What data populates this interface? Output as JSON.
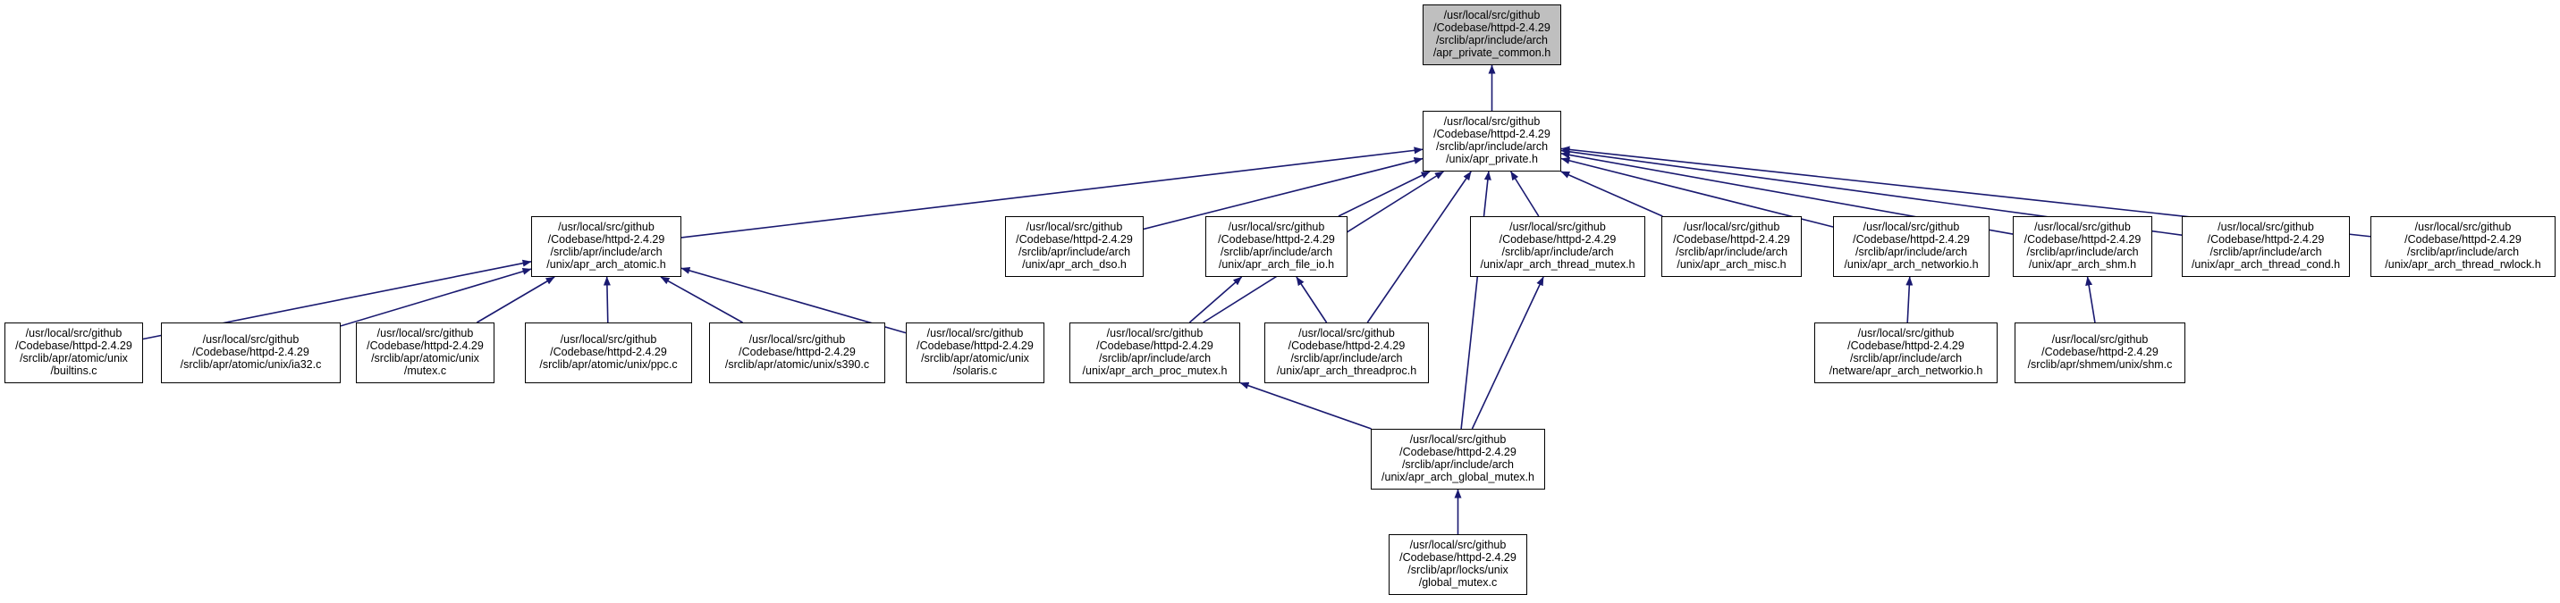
{
  "colors": {
    "edge": "#191970",
    "root_fill": "#bfbfbf",
    "node_fill": "#ffffff",
    "node_border": "#000000"
  },
  "nodes": [
    {
      "id": "apr_private_common",
      "label": "/usr/local/src/github\n/Codebase/httpd-2.4.29\n/srclib/apr/include/arch\n/apr_private_common.h",
      "root": true
    },
    {
      "id": "apr_private",
      "label": "/usr/local/src/github\n/Codebase/httpd-2.4.29\n/srclib/apr/include/arch\n/unix/apr_private.h"
    },
    {
      "id": "apr_arch_atomic",
      "label": "/usr/local/src/github\n/Codebase/httpd-2.4.29\n/srclib/apr/include/arch\n/unix/apr_arch_atomic.h"
    },
    {
      "id": "apr_arch_dso",
      "label": "/usr/local/src/github\n/Codebase/httpd-2.4.29\n/srclib/apr/include/arch\n/unix/apr_arch_dso.h"
    },
    {
      "id": "apr_arch_file_io",
      "label": "/usr/local/src/github\n/Codebase/httpd-2.4.29\n/srclib/apr/include/arch\n/unix/apr_arch_file_io.h"
    },
    {
      "id": "apr_arch_thread_mutex",
      "label": "/usr/local/src/github\n/Codebase/httpd-2.4.29\n/srclib/apr/include/arch\n/unix/apr_arch_thread_mutex.h"
    },
    {
      "id": "apr_arch_misc",
      "label": "/usr/local/src/github\n/Codebase/httpd-2.4.29\n/srclib/apr/include/arch\n/unix/apr_arch_misc.h"
    },
    {
      "id": "apr_arch_networkio",
      "label": "/usr/local/src/github\n/Codebase/httpd-2.4.29\n/srclib/apr/include/arch\n/unix/apr_arch_networkio.h"
    },
    {
      "id": "apr_arch_shm",
      "label": "/usr/local/src/github\n/Codebase/httpd-2.4.29\n/srclib/apr/include/arch\n/unix/apr_arch_shm.h"
    },
    {
      "id": "apr_arch_thread_cond",
      "label": "/usr/local/src/github\n/Codebase/httpd-2.4.29\n/srclib/apr/include/arch\n/unix/apr_arch_thread_cond.h"
    },
    {
      "id": "apr_arch_thread_rwlock",
      "label": "/usr/local/src/github\n/Codebase/httpd-2.4.29\n/srclib/apr/include/arch\n/unix/apr_arch_thread_rwlock.h"
    },
    {
      "id": "builtins_c",
      "label": "/usr/local/src/github\n/Codebase/httpd-2.4.29\n/srclib/apr/atomic/unix\n/builtins.c"
    },
    {
      "id": "ia32_c",
      "label": "/usr/local/src/github\n/Codebase/httpd-2.4.29\n/srclib/apr/atomic/unix/ia32.c"
    },
    {
      "id": "mutex_c",
      "label": "/usr/local/src/github\n/Codebase/httpd-2.4.29\n/srclib/apr/atomic/unix\n/mutex.c"
    },
    {
      "id": "ppc_c",
      "label": "/usr/local/src/github\n/Codebase/httpd-2.4.29\n/srclib/apr/atomic/unix/ppc.c"
    },
    {
      "id": "s390_c",
      "label": "/usr/local/src/github\n/Codebase/httpd-2.4.29\n/srclib/apr/atomic/unix/s390.c"
    },
    {
      "id": "solaris_c",
      "label": "/usr/local/src/github\n/Codebase/httpd-2.4.29\n/srclib/apr/atomic/unix\n/solaris.c"
    },
    {
      "id": "apr_arch_proc_mutex",
      "label": "/usr/local/src/github\n/Codebase/httpd-2.4.29\n/srclib/apr/include/arch\n/unix/apr_arch_proc_mutex.h"
    },
    {
      "id": "apr_arch_threadproc",
      "label": "/usr/local/src/github\n/Codebase/httpd-2.4.29\n/srclib/apr/include/arch\n/unix/apr_arch_threadproc.h"
    },
    {
      "id": "netware_networkio",
      "label": "/usr/local/src/github\n/Codebase/httpd-2.4.29\n/srclib/apr/include/arch\n/netware/apr_arch_networkio.h"
    },
    {
      "id": "shm_c",
      "label": "/usr/local/src/github\n/Codebase/httpd-2.4.29\n/srclib/apr/shmem/unix/shm.c"
    },
    {
      "id": "apr_arch_global_mutex",
      "label": "/usr/local/src/github\n/Codebase/httpd-2.4.29\n/srclib/apr/include/arch\n/unix/apr_arch_global_mutex.h"
    },
    {
      "id": "global_mutex_c",
      "label": "/usr/local/src/github\n/Codebase/httpd-2.4.29\n/srclib/apr/locks/unix\n/global_mutex.c"
    }
  ],
  "edges": [
    {
      "from": "apr_private",
      "to": "apr_private_common"
    },
    {
      "from": "apr_arch_atomic",
      "to": "apr_private"
    },
    {
      "from": "apr_arch_dso",
      "to": "apr_private"
    },
    {
      "from": "apr_arch_file_io",
      "to": "apr_private"
    },
    {
      "from": "apr_arch_proc_mutex",
      "to": "apr_private"
    },
    {
      "from": "apr_arch_threadproc",
      "to": "apr_private"
    },
    {
      "from": "apr_arch_global_mutex",
      "to": "apr_private"
    },
    {
      "from": "apr_arch_thread_mutex",
      "to": "apr_private"
    },
    {
      "from": "apr_arch_misc",
      "to": "apr_private"
    },
    {
      "from": "apr_arch_networkio",
      "to": "apr_private"
    },
    {
      "from": "apr_arch_shm",
      "to": "apr_private"
    },
    {
      "from": "apr_arch_thread_cond",
      "to": "apr_private"
    },
    {
      "from": "apr_arch_thread_rwlock",
      "to": "apr_private"
    },
    {
      "from": "builtins_c",
      "to": "apr_arch_atomic"
    },
    {
      "from": "ia32_c",
      "to": "apr_arch_atomic"
    },
    {
      "from": "mutex_c",
      "to": "apr_arch_atomic"
    },
    {
      "from": "ppc_c",
      "to": "apr_arch_atomic"
    },
    {
      "from": "s390_c",
      "to": "apr_arch_atomic"
    },
    {
      "from": "solaris_c",
      "to": "apr_arch_atomic"
    },
    {
      "from": "apr_arch_proc_mutex",
      "to": "apr_arch_file_io"
    },
    {
      "from": "apr_arch_threadproc",
      "to": "apr_arch_file_io"
    },
    {
      "from": "apr_arch_global_mutex",
      "to": "apr_arch_proc_mutex"
    },
    {
      "from": "apr_arch_global_mutex",
      "to": "apr_arch_thread_mutex"
    },
    {
      "from": "netware_networkio",
      "to": "apr_arch_networkio"
    },
    {
      "from": "shm_c",
      "to": "apr_arch_shm"
    },
    {
      "from": "global_mutex_c",
      "to": "apr_arch_global_mutex"
    }
  ]
}
